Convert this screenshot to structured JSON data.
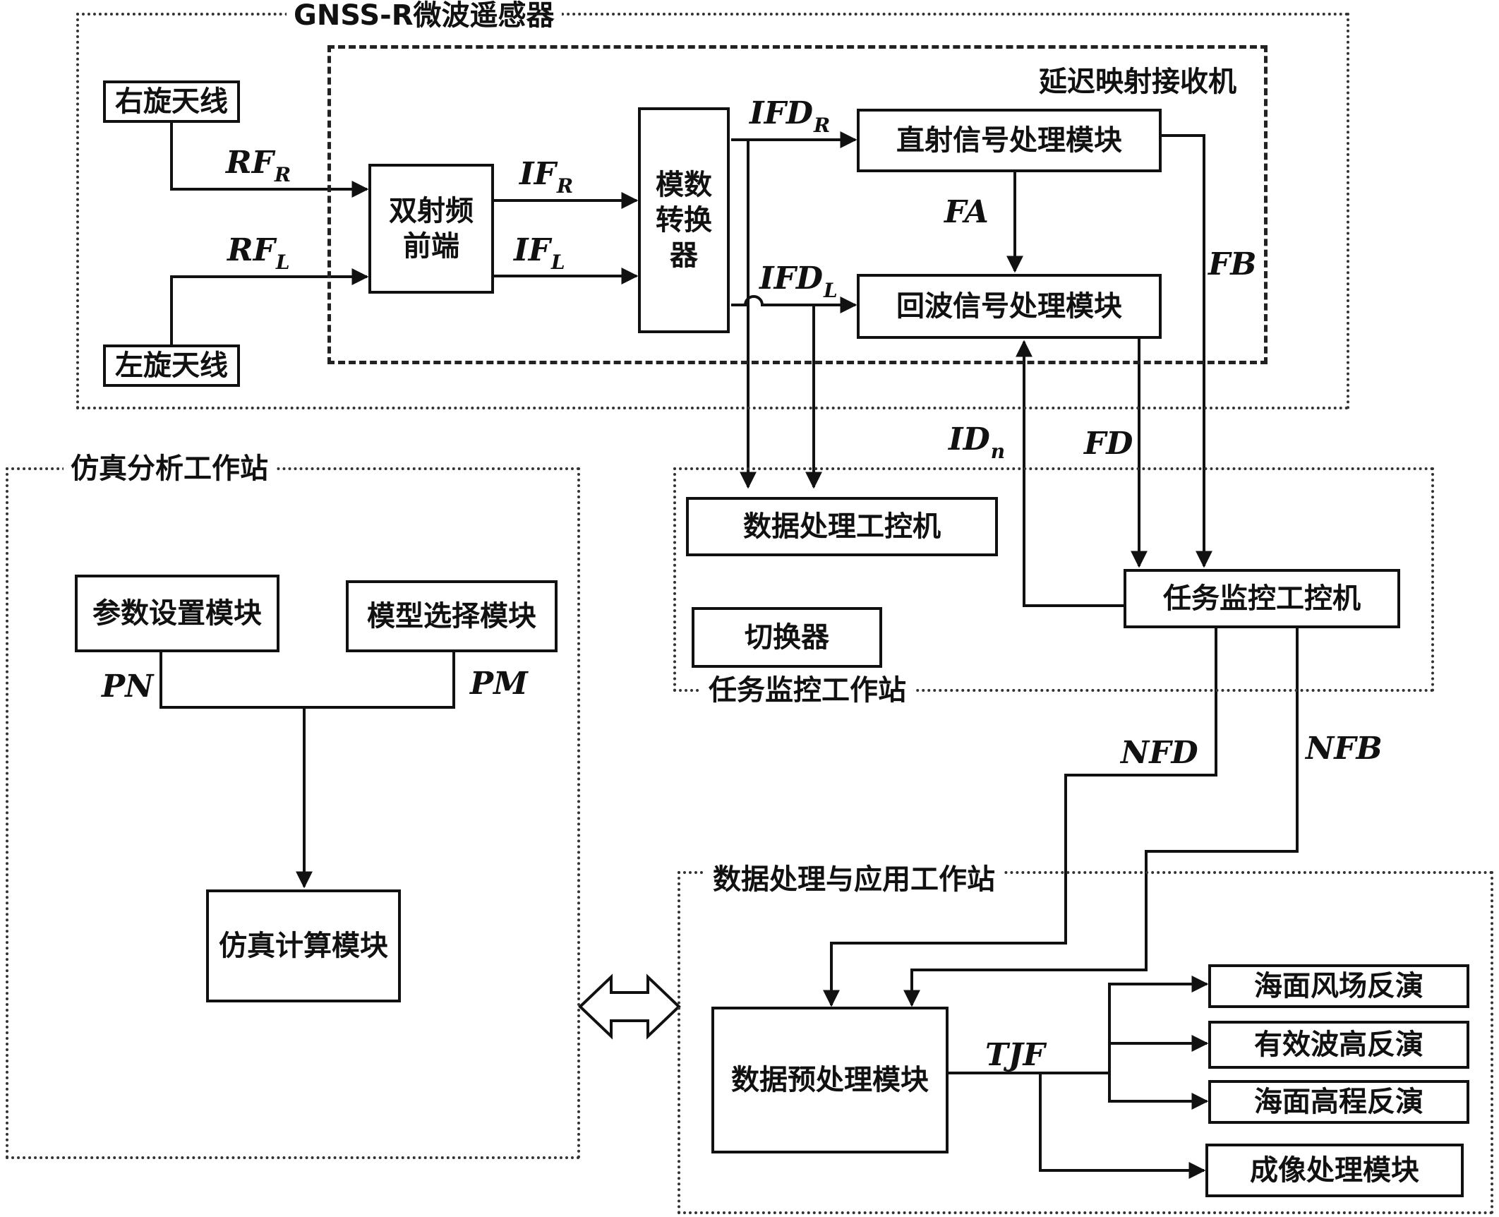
{
  "groups": {
    "sensor": "GNSS-R微波遥感器",
    "receiver": "延迟映射接收机",
    "simulation": "仿真分析工作站",
    "monitoring": "任务监控工作站",
    "processing": "数据处理与应用工作站"
  },
  "boxes": {
    "right_antenna": "右旋天线",
    "left_antenna": "左旋天线",
    "dual_rf_frontend": "双射频\n前端",
    "adc": "模数\n转换\n器",
    "direct_signal_module": "直射信号处理模块",
    "echo_signal_module": "回波信号处理模块",
    "data_processing_pc": "数据处理工控机",
    "switcher": "切换器",
    "task_monitoring_pc": "任务监控工控机",
    "param_setting_module": "参数设置模块",
    "model_selection_module": "模型选择模块",
    "simulation_compute_module": "仿真计算模块",
    "data_preprocessing_module": "数据预处理模块",
    "sea_wind_inversion": "海面风场反演",
    "wave_height_inversion": "有效波高反演",
    "sea_height_inversion": "海面高程反演",
    "imaging_module": "成像处理模块"
  },
  "labels": {
    "rf_r": {
      "main": "RF",
      "sub": "R"
    },
    "rf_l": {
      "main": "RF",
      "sub": "L"
    },
    "if_r": {
      "main": "IF",
      "sub": "R"
    },
    "if_l": {
      "main": "IF",
      "sub": "L"
    },
    "ifd_r": {
      "main": "IFD",
      "sub": "R"
    },
    "ifd_l": {
      "main": "IFD",
      "sub": "L"
    },
    "id_n": {
      "main": "ID",
      "sub": "n"
    },
    "fa": "FA",
    "fb": "FB",
    "fd": "FD",
    "nfd": "NFD",
    "nfb": "NFB",
    "pn": "PN",
    "pm": "PM",
    "tjf": "TJF"
  }
}
